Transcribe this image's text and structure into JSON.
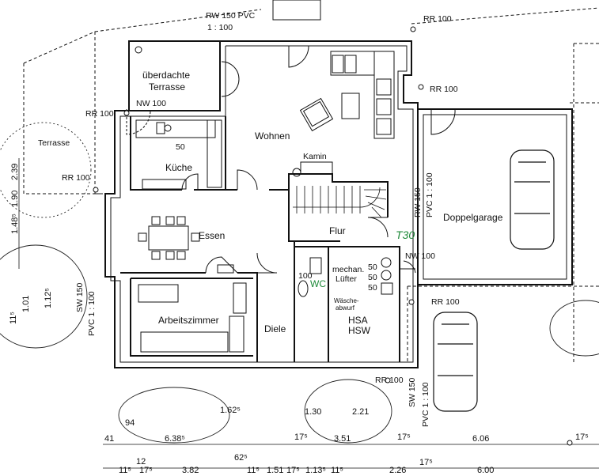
{
  "plan": {
    "rooms": {
      "terrasse_covered": [
        "überdachte",
        "Terrasse"
      ],
      "wohnen": "Wohnen",
      "kamin": "Kamin",
      "kueche": "Küche",
      "essen": "Essen",
      "flur": "Flur",
      "doppelgarage": "Doppelgarage",
      "arbeitszimmer": "Arbeitszimmer",
      "diele": "Diele",
      "wc": "WC",
      "hsa": "HSA",
      "hsw": "HSW",
      "terrasse_garden": "Terrasse",
      "mech_luefter": [
        "mechan.",
        "Lüfter"
      ],
      "waesche_abwurf": [
        "Wäsche-",
        "abwurf"
      ]
    },
    "pipes": {
      "rw_top": "RW 150  PVC",
      "scale_top": "1 : 100",
      "rr_top_right": "RR 100",
      "rr_roof_right": "RR 100",
      "nw_kitchen": "NW 100",
      "rr_left": "RR 100",
      "rr_mid_left": "RR 100",
      "rw_garage": "RW 150",
      "pvc_garage": "PVC 1 : 100",
      "nw_right": "NW 100",
      "rr_lower_right": "RR 100",
      "rr_bottom_center": "RR 100",
      "sw_left": "SW 150",
      "pvc_left": "PVC 1 : 100",
      "sw_bottom_right": "SW 150",
      "pvc_bottom_right": "PVC 1 : 100"
    },
    "annotations": {
      "kitchen_50": "50",
      "wc_100": "100",
      "v50_a": "50",
      "v50_b": "50",
      "v50_c": "50",
      "fire_door": "T30"
    },
    "dimensions": {
      "left_2_39": "2.39",
      "left_1_90": "1.90",
      "left_1_48": "1.48⁵",
      "left_11": "11⁵",
      "left_1_01": "1.01",
      "left_1_12": "1.12⁵",
      "row1": [
        "94",
        "41",
        "6.38⁵",
        "1.62⁵",
        "1.30",
        "2.21",
        "17⁵",
        "3.51",
        "17⁵",
        "6.06",
        "17⁵"
      ],
      "row2": [
        "11⁵",
        "12",
        "17⁵",
        "3.82",
        "62⁵",
        "11⁵",
        "1.51",
        "17⁵",
        "1.13⁵",
        "11⁵",
        "2.26",
        "17⁵",
        "6.00"
      ]
    }
  }
}
